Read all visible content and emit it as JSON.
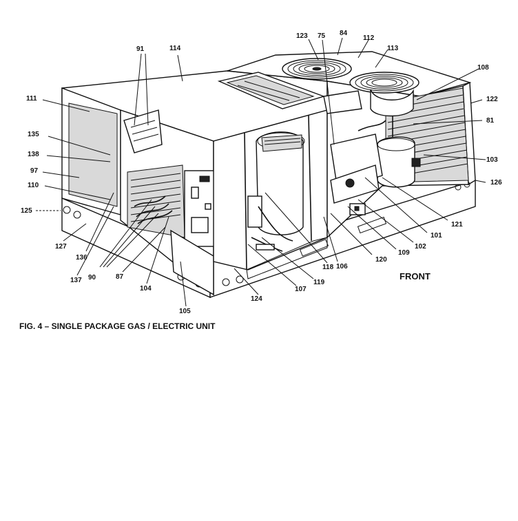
{
  "figure": {
    "caption": "FIG. 4 – SINGLE PACKAGE GAS / ELECTRIC UNIT",
    "front_label": "FRONT"
  },
  "callouts": [
    {
      "id": "c91",
      "text": "91"
    },
    {
      "id": "c114",
      "text": "114"
    },
    {
      "id": "c123",
      "text": "123"
    },
    {
      "id": "c75",
      "text": "75"
    },
    {
      "id": "c84",
      "text": "84"
    },
    {
      "id": "c112",
      "text": "112"
    },
    {
      "id": "c113",
      "text": "113"
    },
    {
      "id": "c108",
      "text": "108"
    },
    {
      "id": "c111",
      "text": "111"
    },
    {
      "id": "c122",
      "text": "122"
    },
    {
      "id": "c81",
      "text": "81"
    },
    {
      "id": "c135",
      "text": "135"
    },
    {
      "id": "c138",
      "text": "138"
    },
    {
      "id": "c97",
      "text": "97"
    },
    {
      "id": "c103",
      "text": "103"
    },
    {
      "id": "c110",
      "text": "110"
    },
    {
      "id": "c126",
      "text": "126"
    },
    {
      "id": "c125",
      "text": "125"
    },
    {
      "id": "c121",
      "text": "121"
    },
    {
      "id": "c101",
      "text": "101"
    },
    {
      "id": "c127",
      "text": "127"
    },
    {
      "id": "c102",
      "text": "102"
    },
    {
      "id": "c136",
      "text": "136"
    },
    {
      "id": "c109",
      "text": "109"
    },
    {
      "id": "c120",
      "text": "120"
    },
    {
      "id": "c90",
      "text": "90"
    },
    {
      "id": "c87",
      "text": "87"
    },
    {
      "id": "c137",
      "text": "137"
    },
    {
      "id": "c106",
      "text": "106"
    },
    {
      "id": "c118",
      "text": "118"
    },
    {
      "id": "c104",
      "text": "104"
    },
    {
      "id": "c107",
      "text": "107"
    },
    {
      "id": "c119",
      "text": "119"
    },
    {
      "id": "c124",
      "text": "124"
    },
    {
      "id": "c105",
      "text": "105"
    }
  ]
}
